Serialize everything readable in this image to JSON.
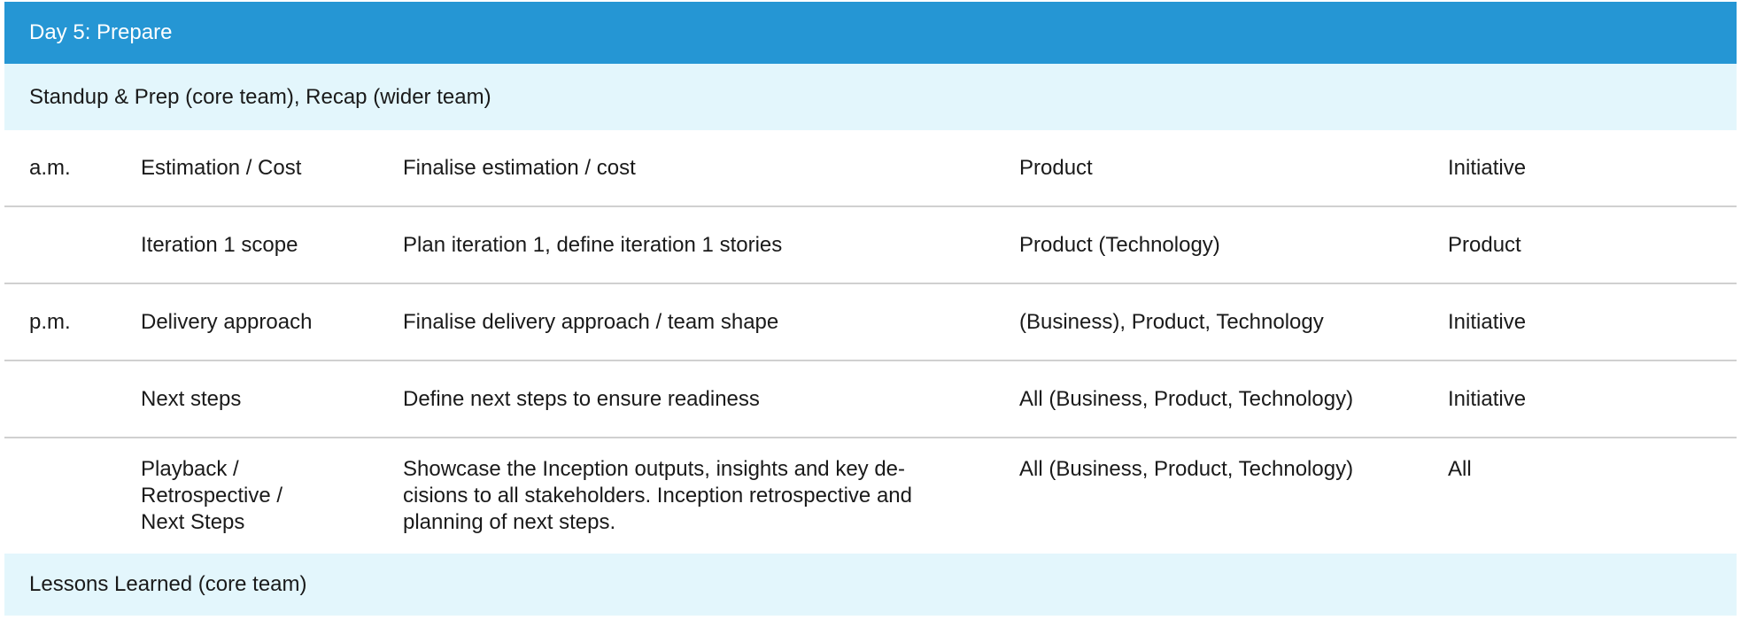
{
  "header": {
    "title": "Day 5: Prepare"
  },
  "bands": {
    "top": "Standup & Prep (core team), Recap (wider team)",
    "bottom": "Lessons Learned (core team)"
  },
  "rows": [
    {
      "time": "a.m.",
      "activity": "Estimation / Cost",
      "description": "Finalise estimation / cost",
      "participants": "Product",
      "owner": "Initiative"
    },
    {
      "time": "",
      "activity": "Iteration 1 scope",
      "description": "Plan iteration 1, define iteration 1 stories",
      "participants": "Product (Technology)",
      "owner": "Product"
    },
    {
      "time": "p.m.",
      "activity": "Delivery approach",
      "description": "Finalise delivery approach / team shape",
      "participants": "(Business), Product, Technology",
      "owner": "Initiative"
    },
    {
      "time": "",
      "activity": "Next steps",
      "description": "Define next steps to ensure readiness",
      "participants": "All (Business, Product, Technology)",
      "owner": "Initiative"
    },
    {
      "time": "",
      "activity": "Playback /\nRetrospective /\nNext Steps",
      "description": "Showcase the Inception outputs, insights and key de-\ncisions to all stakeholders. Inception retrospective and\nplanning of next steps.",
      "participants": "All (Business, Product, Technology)",
      "owner": "All"
    }
  ]
}
